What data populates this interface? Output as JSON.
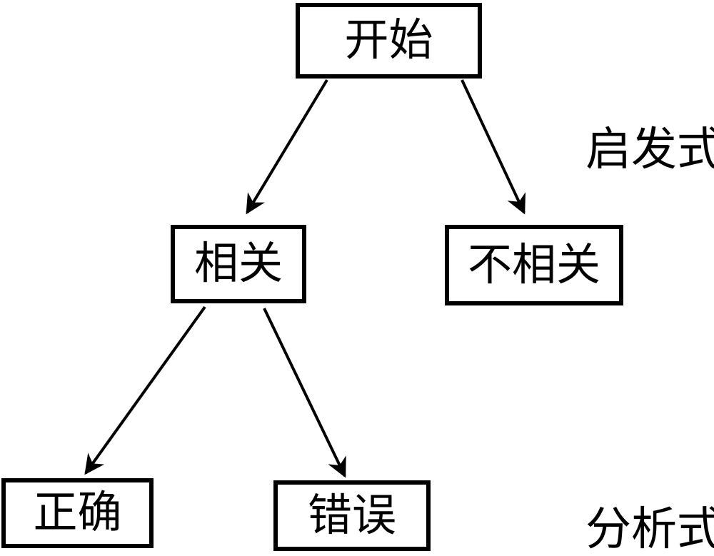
{
  "diagram": {
    "title": "decision-tree-heuristic-analytic",
    "nodes": {
      "start": {
        "label": "开始"
      },
      "related": {
        "label": "相关"
      },
      "unrelated": {
        "label": "不相关"
      },
      "correct": {
        "label": "正确"
      },
      "wrong": {
        "label": "错误"
      }
    },
    "annotations": {
      "heuristic": {
        "label": "启发式"
      },
      "analytic": {
        "label": "分析式"
      }
    },
    "edges": [
      {
        "from": "start",
        "to": "related"
      },
      {
        "from": "start",
        "to": "unrelated"
      },
      {
        "from": "related",
        "to": "correct"
      },
      {
        "from": "related",
        "to": "wrong"
      }
    ],
    "colors": {
      "line": "#000000",
      "text": "#000000",
      "background": "#ffffff"
    }
  }
}
